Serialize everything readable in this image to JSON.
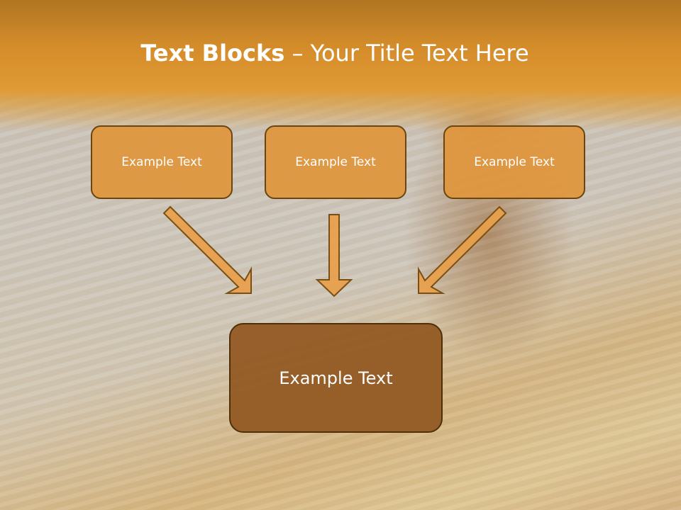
{
  "slide": {
    "title_bold": "Text Blocks",
    "title_dash": " – ",
    "title_rest": "Your Title Text Here",
    "top_boxes": [
      {
        "label": "Example Text"
      },
      {
        "label": "Example Text"
      },
      {
        "label": "Example Text"
      }
    ],
    "bottom_box": {
      "label": "Example Text"
    }
  },
  "colors": {
    "header": "#df9a34",
    "box_fill": "#e0963c",
    "box_border": "#6b4510",
    "bottom_box_fill": "#925a24",
    "arrow_fill": "#e8a04a"
  }
}
